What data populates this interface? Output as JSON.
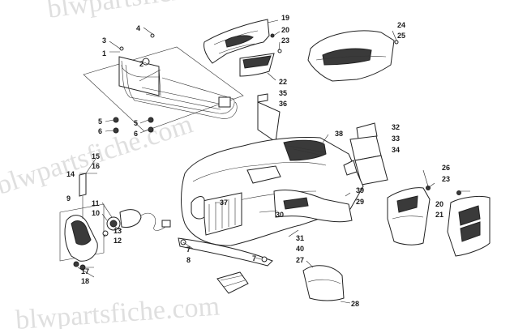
{
  "watermark": "blwpartsfiche.com",
  "callouts": {
    "c1": "1",
    "c2": "2",
    "c3": "3",
    "c4": "4",
    "c5": "5",
    "c6": "6",
    "c5b": "5",
    "c6b": "6",
    "c7": "7",
    "c7b": "7",
    "c8": "8",
    "c9": "9",
    "c10": "10",
    "c11": "11",
    "c12": "12",
    "c13": "13",
    "c14": "14",
    "c15": "15",
    "c16": "16",
    "c17": "17",
    "c18": "18",
    "c19": "19",
    "c20": "20",
    "c20b": "20",
    "c21": "21",
    "c22": "22",
    "c23": "23",
    "c23b": "23",
    "c24": "24",
    "c25": "25",
    "c26": "26",
    "c27": "27",
    "c28": "28",
    "c29": "29",
    "c30": "30",
    "c31": "31",
    "c32": "32",
    "c33": "33",
    "c34": "34",
    "c35": "35",
    "c36": "36",
    "c37": "37",
    "c38": "38",
    "c39": "39",
    "c40": "40"
  }
}
